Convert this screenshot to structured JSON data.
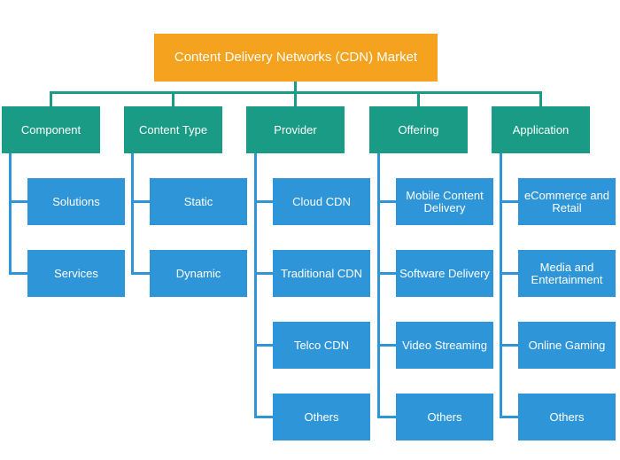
{
  "colors": {
    "root": "#f5a21f",
    "category": "#1a9b86",
    "leaf": "#2e96d8"
  },
  "root": {
    "label": "Content Delivery Networks (CDN) Market"
  },
  "categories": [
    {
      "label": "Component",
      "items": [
        "Solutions",
        "Services"
      ]
    },
    {
      "label": "Content Type",
      "items": [
        "Static",
        "Dynamic"
      ]
    },
    {
      "label": "Provider",
      "items": [
        "Cloud CDN",
        "Traditional CDN",
        "Telco CDN",
        "Others"
      ]
    },
    {
      "label": "Offering",
      "items": [
        "Mobile Content Delivery",
        "Software Delivery",
        "Video Streaming",
        "Others"
      ]
    },
    {
      "label": "Application",
      "items": [
        "eCommerce and Retail",
        "Media and Entertainment",
        "Online Gaming",
        "Others"
      ]
    }
  ]
}
